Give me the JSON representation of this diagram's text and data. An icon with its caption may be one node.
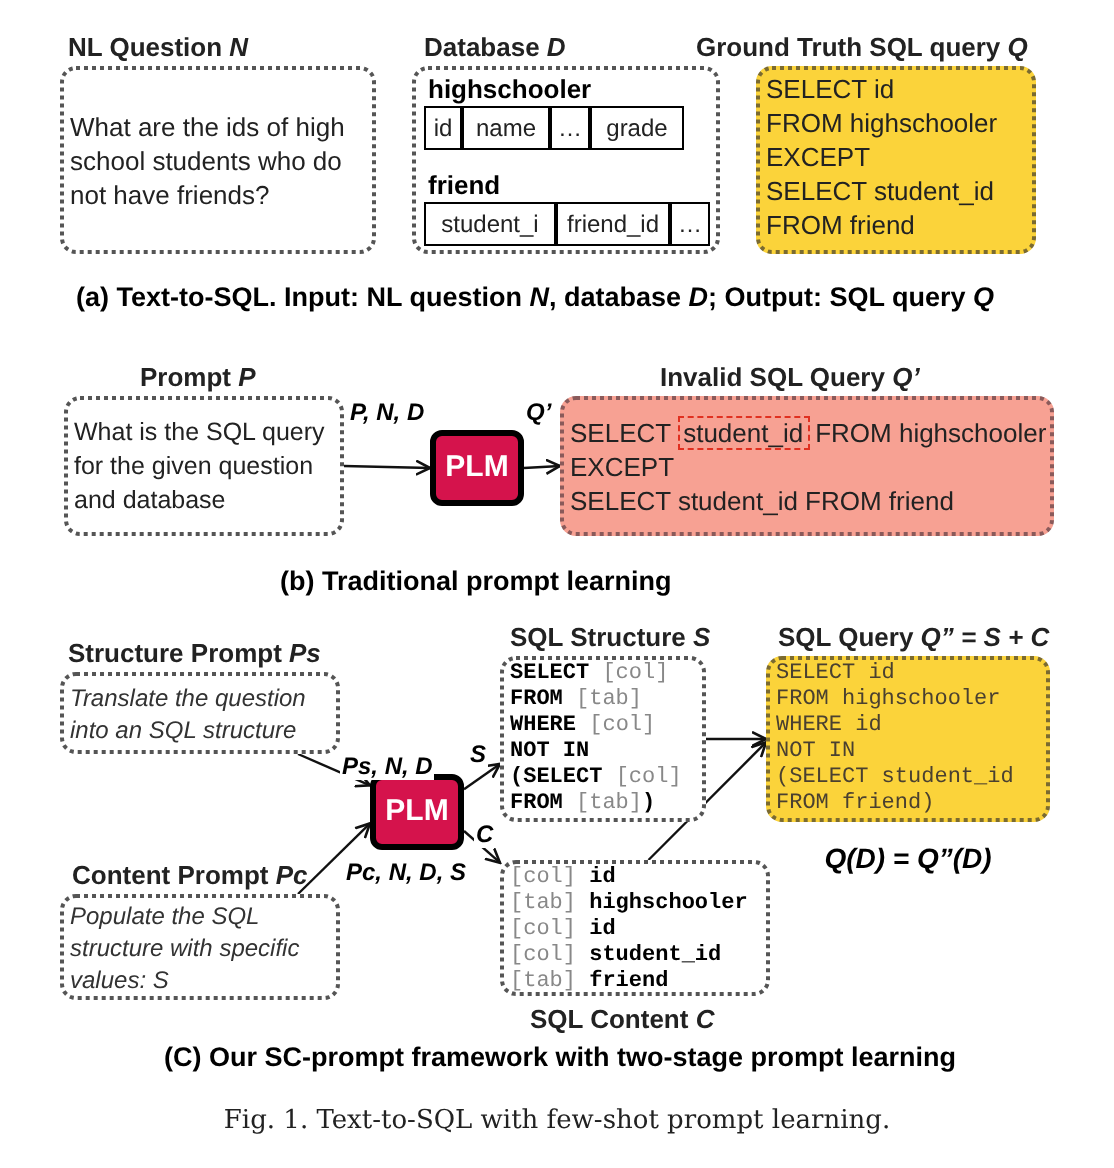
{
  "diagram": {
    "caption": "Fig. 1. Text-to-SQL with few-shot prompt learning.",
    "nodes": [
      {
        "text": [
          "NL Question *N*",
          "What are the ids of high school students who do not have friends?"
        ]
      },
      {
        "text": [
          "Database *D*",
          "highschooler",
          "friend"
        ]
      },
      {
        "text": [
          "id"
        ],
        "in": 1
      },
      {
        "text": [
          "name"
        ],
        "in": 1
      },
      {
        "text": [
          "…"
        ],
        "in": 1
      },
      {
        "text": [
          "grade"
        ],
        "in": 1
      },
      {
        "text": [
          "student_i"
        ],
        "in": 1
      },
      {
        "text": [
          "friend_id"
        ],
        "in": 1
      },
      {
        "text": [
          "…"
        ],
        "in": 1
      },
      {
        "text": [
          "Ground Truth SQL query *Q*",
          "SELECT id",
          "FROM highschooler",
          "EXCEPT",
          "SELECT student_id",
          "FROM friend"
        ]
      },
      {
        "text": [
          "Prompt *P*",
          "What is the SQL query for the given question and database"
        ]
      },
      {
        "text": [
          "PLM"
        ]
      },
      {
        "text": [
          "Invalid SQL Query *Q’*",
          "SELECT",
          "FROM highschooler",
          "EXCEPT",
          "SELECT student_id FROM friend"
        ]
      },
      {
        "text": [
          "student_id"
        ],
        "in": 12
      },
      {
        "text": [
          "Structure Prompt *Ps*",
          "Translate the question into an SQL structure"
        ]
      },
      {
        "text": [
          "Content Prompt *Pc*",
          "Populate the SQL structure with specific values: S"
        ]
      },
      {
        "text": [
          "PLM"
        ]
      },
      {
        "text": [
          "SQL Structure *S*",
          "**SELECT** [col]",
          "**FROM** [tab]",
          "**WHERE** [col]",
          "**NOT IN**",
          "**(SELECT** [col]",
          "**FROM** [tab]**)**"
        ]
      },
      {
        "text": [
          "[col] **id**",
          "[tab] **highschooler**",
          "[col] **id**",
          "[col] **student_id**",
          "[tab] **friend**",
          "SQL Content *C*"
        ]
      },
      {
        "text": [
          "SQL Query *Q” = S + C*",
          "SELECT id",
          "FROM highschooler",
          "WHERE id",
          "NOT IN",
          "(SELECT student_id",
          "FROM friend)"
        ],
        "beside": [
          "Q(D) = Q”(D)"
        ]
      }
    ],
    "edges": [
      {
        "from": 10,
        "to": 11,
        "arrow": "to",
        "label": "P, N, D"
      },
      {
        "from": 11,
        "to": 12,
        "arrow": "to",
        "label": "Q’"
      },
      {
        "from": 14,
        "to": 16,
        "arrow": "to",
        "label": "Ps, N, D"
      },
      {
        "from": 15,
        "to": 16,
        "arrow": "to",
        "label": "Pc, N, D, S"
      },
      {
        "from": 16,
        "to": 17,
        "arrow": "to",
        "label": "S"
      },
      {
        "from": 16,
        "to": 18,
        "arrow": "to",
        "label": "C"
      },
      {
        "from": 17,
        "to": 19,
        "arrow": "to"
      },
      {
        "from": 18,
        "to": 19,
        "arrow": "to"
      }
    ],
    "labels": [
      "(a) Text-to-SQL. Input: NL question *N*, database *D*; Output: SQL query *Q*",
      "(b) Traditional prompt learning",
      "(C) Our SC-prompt framework with two-stage prompt learning"
    ]
  }
}
